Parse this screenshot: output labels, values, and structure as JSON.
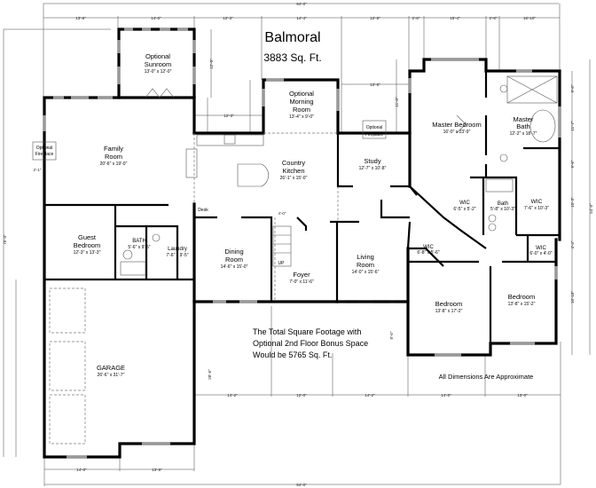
{
  "title": "Balmoral",
  "square_feet": "3883 Sq. Ft.",
  "note_lines": [
    "The Total Square Footage with",
    "Optional 2nd Floor Bonus Space",
    "Would be 5765 Sq. Ft."
  ],
  "disclaimer": "All Dimensions Are Approximate",
  "rooms": {
    "sunroom": {
      "name1": "Optional",
      "name2": "Sunroom",
      "size": "13'-0\" x 12'-0\""
    },
    "morning": {
      "name1": "Optional",
      "name2": "Morning",
      "name3": "Room",
      "size": "13'-4\" x 9'-0\""
    },
    "family": {
      "name1": "Family",
      "name2": "Room",
      "size": "20'-6\" x 19'-0\""
    },
    "fireplace_left": {
      "name1": "Optional",
      "name2": "Fireplace"
    },
    "kitchen": {
      "name1": "Country",
      "name2": "Kitchen",
      "size": "26'-1\" x 15'-0\""
    },
    "study": {
      "name1": "Study",
      "size": "12'-7\" x 10'-8\""
    },
    "fireplace_study": {
      "name1": "Optional",
      "name2": "Fireplace"
    },
    "master_bedroom": {
      "name1": "Master Bedroom",
      "size": "16'-0\" x 23'-9\""
    },
    "master_bath": {
      "name1": "Master",
      "name2": "Bath",
      "size": "12'-2\" x 18'-7\""
    },
    "guest_bedroom": {
      "name1": "Guest",
      "name2": "Bedroom",
      "size": "12'-3\" x 13'-3\""
    },
    "bath": {
      "name1": "BATH",
      "size": "5'-6\" x 9'-5\""
    },
    "laundry": {
      "name1": "Laundry",
      "size": "7'-6\" x 9'-5\""
    },
    "desk": {
      "name1": "Desk"
    },
    "dining": {
      "name1": "Dining",
      "name2": "Room",
      "size": "14'-6\" x 15'-0\""
    },
    "foyer": {
      "name1": "Foyer",
      "size": "7'-0\" x 11'-6\""
    },
    "living": {
      "name1": "Living",
      "name2": "Room",
      "size": "14'-0\" x 15'-6\""
    },
    "wic1": {
      "name1": "WIC",
      "size": "6'-5\" x 5'-2\""
    },
    "bath2": {
      "name1": "Bath",
      "size": "5'-8\" x 10'-3\""
    },
    "wic2": {
      "name1": "WIC",
      "size": "7'-6\" x 10'-3\""
    },
    "wic3": {
      "name1": "WIC",
      "size": "6'-8\" x 5'-6\""
    },
    "wic4": {
      "name1": "WIC",
      "size": "6'-0\" x 4'-0\""
    },
    "bedroom1": {
      "name1": "Bedroom",
      "size": "13'-8\" x 17'-2\""
    },
    "bedroom2": {
      "name1": "Bedroom",
      "size": "13'-8\" x 15'-2\""
    },
    "garage": {
      "name1": "GARAGE",
      "size": "26'-6\" x 31'-7\""
    },
    "stair": {
      "name1": "UP"
    }
  },
  "dimensions": {
    "overall_top": "94'-0\"",
    "top": [
      "13'-6\"",
      "14'-0\"",
      "12'-3\"",
      "14'-4\"",
      "12'-5\"",
      "2'-6\"",
      "15'-4\"",
      "2'-8\"",
      "16'-10\""
    ],
    "overall_left": "76'-0\"",
    "overall_right": "54'-0\"",
    "front": [
      "14'-2\"",
      "12'-0\"",
      "14'-2\"",
      "14'-0\"",
      "13'-0\""
    ],
    "garage_bottom": [
      "14'-0\"",
      "13'-6\""
    ],
    "overall_bottom": "94'-0\"",
    "misc": {
      "sunroom_h": "12'-0\"",
      "morning_offset": "12'-3\"",
      "study_offset": "12'-5\"",
      "study_h": "11'-0\"",
      "fireplace_offset": "2'-1\"",
      "kitchen_pantry": "4'-0\"",
      "right1": "9'-6\"",
      "right2": "11'-7\"",
      "right3": "9'-6\"",
      "right4": "10'-3\"",
      "right5": "4'-4\"",
      "right6": "16'-10\"",
      "garage_h": "28'-6\"",
      "front_offset": "8'-6\""
    }
  }
}
